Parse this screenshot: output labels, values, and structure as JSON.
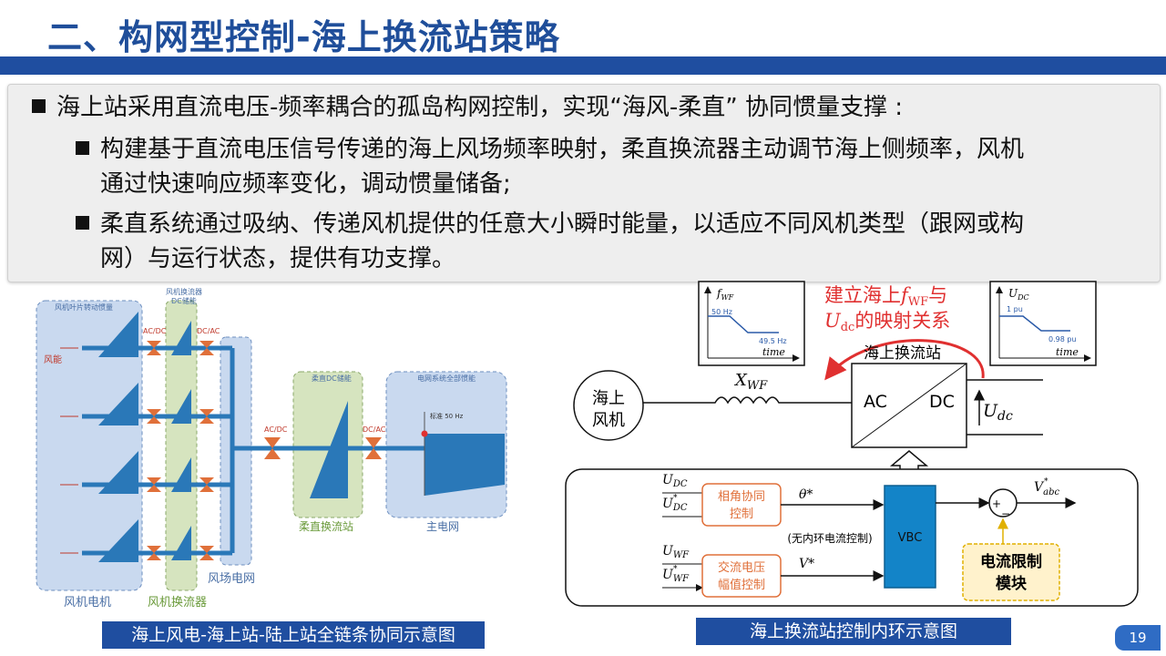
{
  "slide": {
    "title": "二、构网型控制-海上换流站策略",
    "page_number": "19"
  },
  "bullets": {
    "main": "海上站采用直流电压-频率耦合的孤岛构网控制，实现“海风-柔直” 协同惯量支撑 :",
    "sub1_line1": "构建基于直流电压信号传递的海上风场频率映射，柔直换流器主动调节海上侧频率，风机",
    "sub1_line2": "通过快速响应频率变化，调动惯量储备;",
    "sub2_line1": "柔直系统通过吸纳、传递风机提供的任意大小瞬时能量，以适应不同风机类型（跟网或构",
    "sub2_line2": "网）与运行状态，提供有功支撑。"
  },
  "left_diagram": {
    "caption": "海上风电-海上站-陆上站全链条协同示意图",
    "rotor_inertia_label": "风机叶片转动惯量",
    "wind_energy_label": "风能",
    "converter_top_label_1": "风机换流器",
    "converter_top_label_2": "DC储能",
    "acdc_label": "AC/DC",
    "dcac_label": "DC/AC",
    "hvdc_dc_storage_label": "柔直DC储能",
    "grid_inertia_label": "电网系统全部惯能",
    "standard_freq_label": "标准 50 Hz",
    "wind_turbine_label": "风机电机",
    "turbine_converter_label": "风机换流器",
    "wind_grid_label": "风场电网",
    "hvdc_station_label": "柔直换流站",
    "main_grid_label": "主电网"
  },
  "right_diagram": {
    "caption": "海上换流站控制内环示意图",
    "fwf_chart": {
      "y_label": "f",
      "y_sub": "WF",
      "start_label": "50 Hz",
      "end_label": "49.5 Hz",
      "x_label": "time"
    },
    "udc_chart": {
      "y_label": "U",
      "y_sub": "DC",
      "start_label": "1 pu",
      "end_label": "0.98 pu",
      "x_label": "time"
    },
    "mapping_line1_a": "建立海上",
    "mapping_line1_b": "f",
    "mapping_line1_sub": "WF",
    "mapping_line1_c": "与",
    "mapping_line2_a": "U",
    "mapping_line2_sub": "dc",
    "mapping_line2_c": "的映射关系",
    "station_label": "海上换流站",
    "ac_label": "AC",
    "dc_label": "DC",
    "udc_arrow_label": "U",
    "udc_arrow_sub": "dc",
    "offshore_wt_line1": "海上",
    "offshore_wt_line2": "风机",
    "xwf_label": "X",
    "xwf_sub": "WF",
    "in_udc": "U",
    "in_udc_sub": "DC",
    "in_udc_star": "U",
    "in_udc_star_sub": "DC",
    "in_uwf": "U",
    "in_uwf_sub": "WF",
    "in_uwf_star": "U",
    "in_uwf_star_sub": "WF",
    "phase_block_line1": "相角协同",
    "phase_block_line2": "控制",
    "volt_block_line1": "交流电压",
    "volt_block_line2": "幅值控制",
    "theta_label": "θ*",
    "v_label": "V*",
    "no_inner_loop": "(无内环电流控制)",
    "vbc_label": "VBC",
    "vabc_label": "V",
    "vabc_sub": "abc",
    "plus_label": "+",
    "minus_label": "−",
    "current_limit_line1": "电流限制",
    "current_limit_line2": "模块"
  },
  "colors": {
    "title_blue": "#1f4e9a",
    "bar_blue": "#1f4ea0",
    "diagram_blue": "#2a78b8",
    "light_blue_region": "#c9d9ef",
    "light_green_region": "#d6e4bf",
    "valve_orange": "#e0703a",
    "vbc_blue": "#1384c8",
    "limit_yellow": "#fff2cc",
    "mapping_red": "#e03030"
  }
}
